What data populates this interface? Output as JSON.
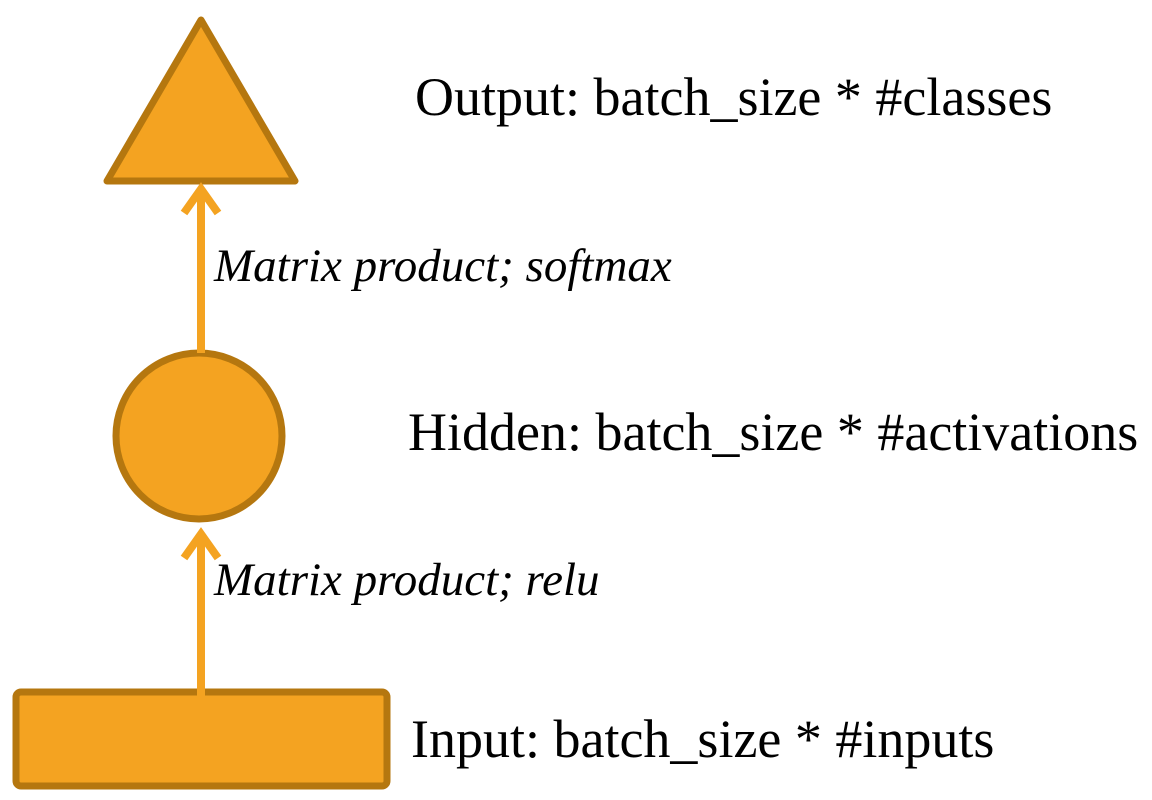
{
  "diagram": {
    "background": "#ffffff",
    "colors": {
      "node_fill": "#f4a321",
      "node_stroke": "#b5770f",
      "arrow": "#f4a321",
      "label_text": "#000000"
    },
    "nodes": [
      {
        "id": "output",
        "shape": "triangle",
        "label": "Output: batch_size * #classes"
      },
      {
        "id": "hidden",
        "shape": "circle",
        "label": "Hidden: batch_size * #activations"
      },
      {
        "id": "input",
        "shape": "rectangle",
        "label": "Input: batch_size * #inputs"
      }
    ],
    "edges": [
      {
        "from": "hidden",
        "to": "output",
        "label": "Matrix product; softmax"
      },
      {
        "from": "input",
        "to": "hidden",
        "label": "Matrix product; relu"
      }
    ]
  }
}
